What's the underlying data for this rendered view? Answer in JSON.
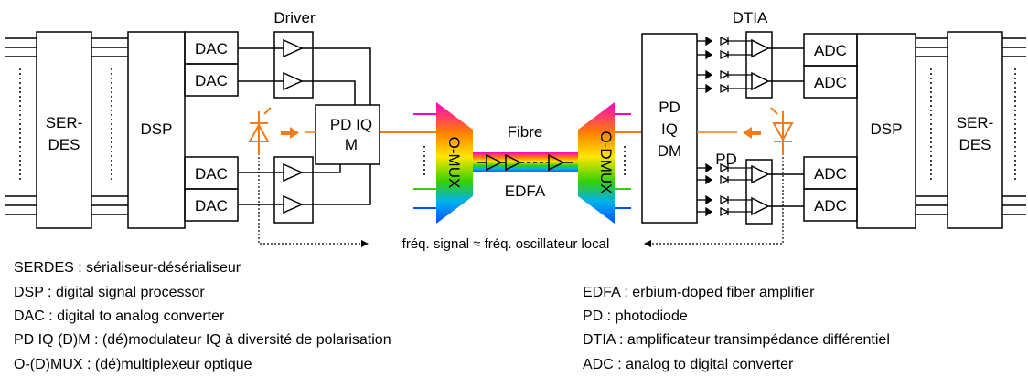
{
  "tx": {
    "serdes": [
      "SER-",
      "DES"
    ],
    "dsp": "DSP",
    "dac": [
      "DAC",
      "DAC",
      "DAC",
      "DAC"
    ],
    "driver": "Driver",
    "pdiqm": [
      "PD IQ",
      "M"
    ]
  },
  "link": {
    "omux": "O-MUX",
    "odmux": "O-DMUX",
    "fibre": "Fibre",
    "edfa": "EDFA",
    "lo_note": "fréq. signal ≈ fréq. oscillateur local"
  },
  "rx": {
    "pdiqdm": [
      "PD",
      "IQ",
      "DM"
    ],
    "dtia": "DTIA",
    "pd": "PD",
    "adc": [
      "ADC",
      "ADC",
      "ADC",
      "ADC"
    ],
    "dsp": "DSP",
    "serdes": [
      "SER-",
      "DES"
    ]
  },
  "legend_left": [
    "SERDES : sérialiseur-désérialiseur",
    "DSP : digital signal processor",
    "DAC : digital to analog converter",
    "PD IQ (D)M : (dé)modulateur IQ à diversité de polarisation",
    "O-(D)MUX : (dé)multiplexeur optique"
  ],
  "legend_right": [
    "EDFA : erbium-doped fiber amplifier",
    "PD : photodiode",
    "DTIA : amplificateur transimpédance différentiel",
    "ADC : analog to digital converter"
  ],
  "colors": {
    "laser": "#f07c1e",
    "line": "#000000",
    "fibre_colors": [
      "#ff00c8",
      "#ff7f00",
      "#ffe600",
      "#36d100",
      "#00b0f0",
      "#0050ff"
    ]
  }
}
